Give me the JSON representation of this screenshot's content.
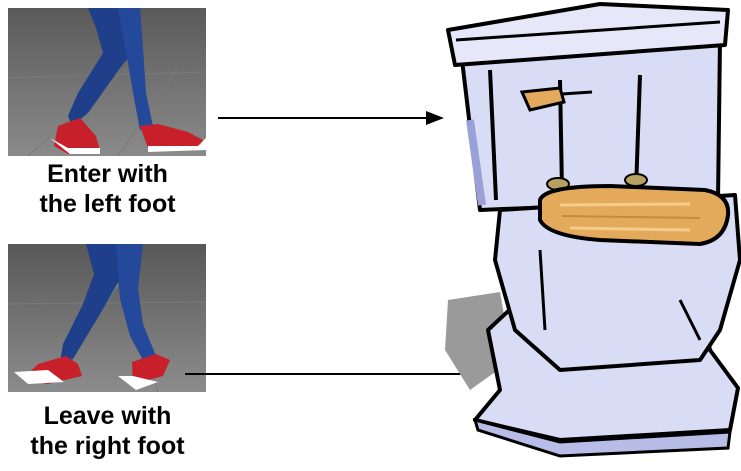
{
  "steps": [
    {
      "line1": "Enter with",
      "line2": "the left foot",
      "image": "left-foot-step-photo"
    },
    {
      "line1": "Leave with",
      "line2": "the right foot",
      "image": "right-foot-step-photo"
    }
  ],
  "illustration": "toilet-clipart",
  "colors": {
    "jeans": "#1f3f8a",
    "sneaker": "#c8202a",
    "floor": "#6e6e6e",
    "porcelain": "#d9dcf5",
    "seat": "#e3aa5c",
    "outline": "#000000"
  }
}
